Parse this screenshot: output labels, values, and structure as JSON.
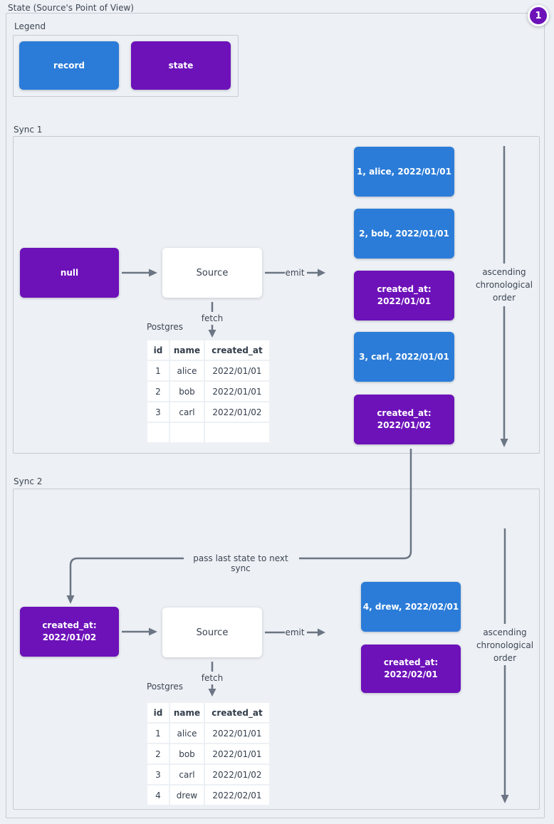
{
  "colors": {
    "record_blue": "#2b7cd8",
    "state_purple": "#6d11b9",
    "arrow_gray": "#6b7583",
    "background": "#edf0f4"
  },
  "page": {
    "title": "State (Source's Point of View)",
    "annotation_badge": "1"
  },
  "legend": {
    "label": "Legend",
    "items": [
      {
        "type": "record",
        "label": "record"
      },
      {
        "type": "state",
        "label": "state"
      }
    ]
  },
  "sync1": {
    "label": "Sync 1",
    "input_state": "null",
    "source": "Source",
    "emit": "emit",
    "fetch": "fetch",
    "database": "Postgres",
    "table": {
      "headers": [
        "id",
        "name",
        "created_at"
      ],
      "rows": [
        [
          "1",
          "alice",
          "2022/01/01"
        ],
        [
          "2",
          "bob",
          "2022/01/01"
        ],
        [
          "3",
          "carl",
          "2022/01/02"
        ],
        [
          "",
          "",
          ""
        ]
      ]
    },
    "stream": [
      {
        "type": "record",
        "text": "1, alice, 2022/01/01"
      },
      {
        "type": "record",
        "text": "2, bob, 2022/01/01"
      },
      {
        "type": "state",
        "text": "created_at:\n2022/01/01"
      },
      {
        "type": "record",
        "text": "3, carl, 2022/01/01"
      },
      {
        "type": "state",
        "text": "created_at:\n2022/01/02"
      }
    ],
    "order_note": "ascending chronological order"
  },
  "connector": {
    "label": "pass last state to next sync"
  },
  "sync2": {
    "label": "Sync 2",
    "input_state": "created_at:\n2022/01/02",
    "source": "Source",
    "emit": "emit",
    "fetch": "fetch",
    "database": "Postgres",
    "table": {
      "headers": [
        "id",
        "name",
        "created_at"
      ],
      "rows": [
        [
          "1",
          "alice",
          "2022/01/01"
        ],
        [
          "2",
          "bob",
          "2022/01/01"
        ],
        [
          "3",
          "carl",
          "2022/01/02"
        ],
        [
          "4",
          "drew",
          "2022/02/01"
        ]
      ]
    },
    "stream": [
      {
        "type": "record",
        "text": "4, drew, 2022/02/01"
      },
      {
        "type": "state",
        "text": "created_at:\n2022/02/01"
      }
    ],
    "order_note": "ascending chronological order"
  }
}
